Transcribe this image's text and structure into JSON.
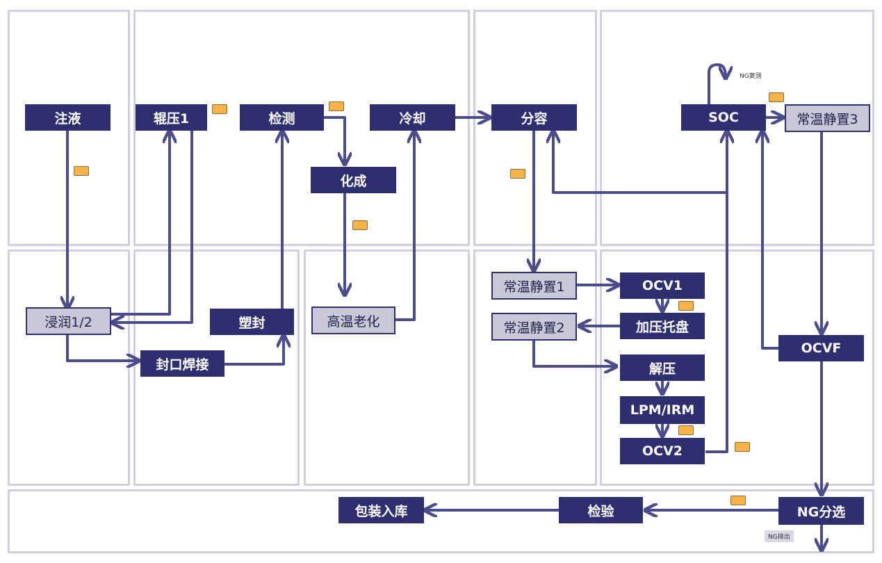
{
  "colors": {
    "node_dark": "#2e2f6e",
    "node_light": "#c8c8d8",
    "zone_border": "#cfcfe0",
    "marker": "#f5b348",
    "connector": "#4a4c8c"
  },
  "nodes": {
    "zhuye": "注液",
    "gunya1": "辊压1",
    "jiance": "检测",
    "huacheng": "化成",
    "lengque": "冷却",
    "fenrong": "分容",
    "soc": "SOC",
    "changwen3": "常温静置3",
    "jinrun": "浸润1/2",
    "sufeng": "塑封",
    "gaowen": "高温老化",
    "fengkou": "封口焊接",
    "changwen1": "常温静置1",
    "ocv1": "OCV1",
    "changwen2": "常温静置2",
    "jiaya": "加压托盘",
    "jieya": "解压",
    "lpm": "LPM/IRM",
    "ocv2": "OCV2",
    "ocvf": "OCVF",
    "ngfenxuan": "NG分选",
    "jianyan": "检验",
    "baozhuang": "包装入库"
  },
  "notes": {
    "ng_retest": "NG复测",
    "ng_discharge": "NG排出"
  }
}
